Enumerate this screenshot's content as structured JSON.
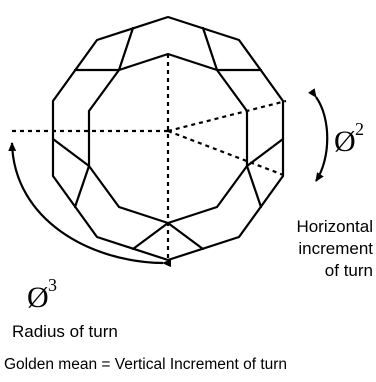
{
  "labels": {
    "phi_symbol": "Ø",
    "phi2_exponent": "2",
    "phi3_exponent": "3",
    "horizontal_line1": "Horizontal",
    "horizontal_line2": "increment",
    "horizontal_line3": "of turn",
    "radius_of_turn": "Radius of turn",
    "caption": "Golden mean = Vertical Increment of turn"
  },
  "colors": {
    "stroke": "#000000",
    "background": "#ffffff"
  }
}
